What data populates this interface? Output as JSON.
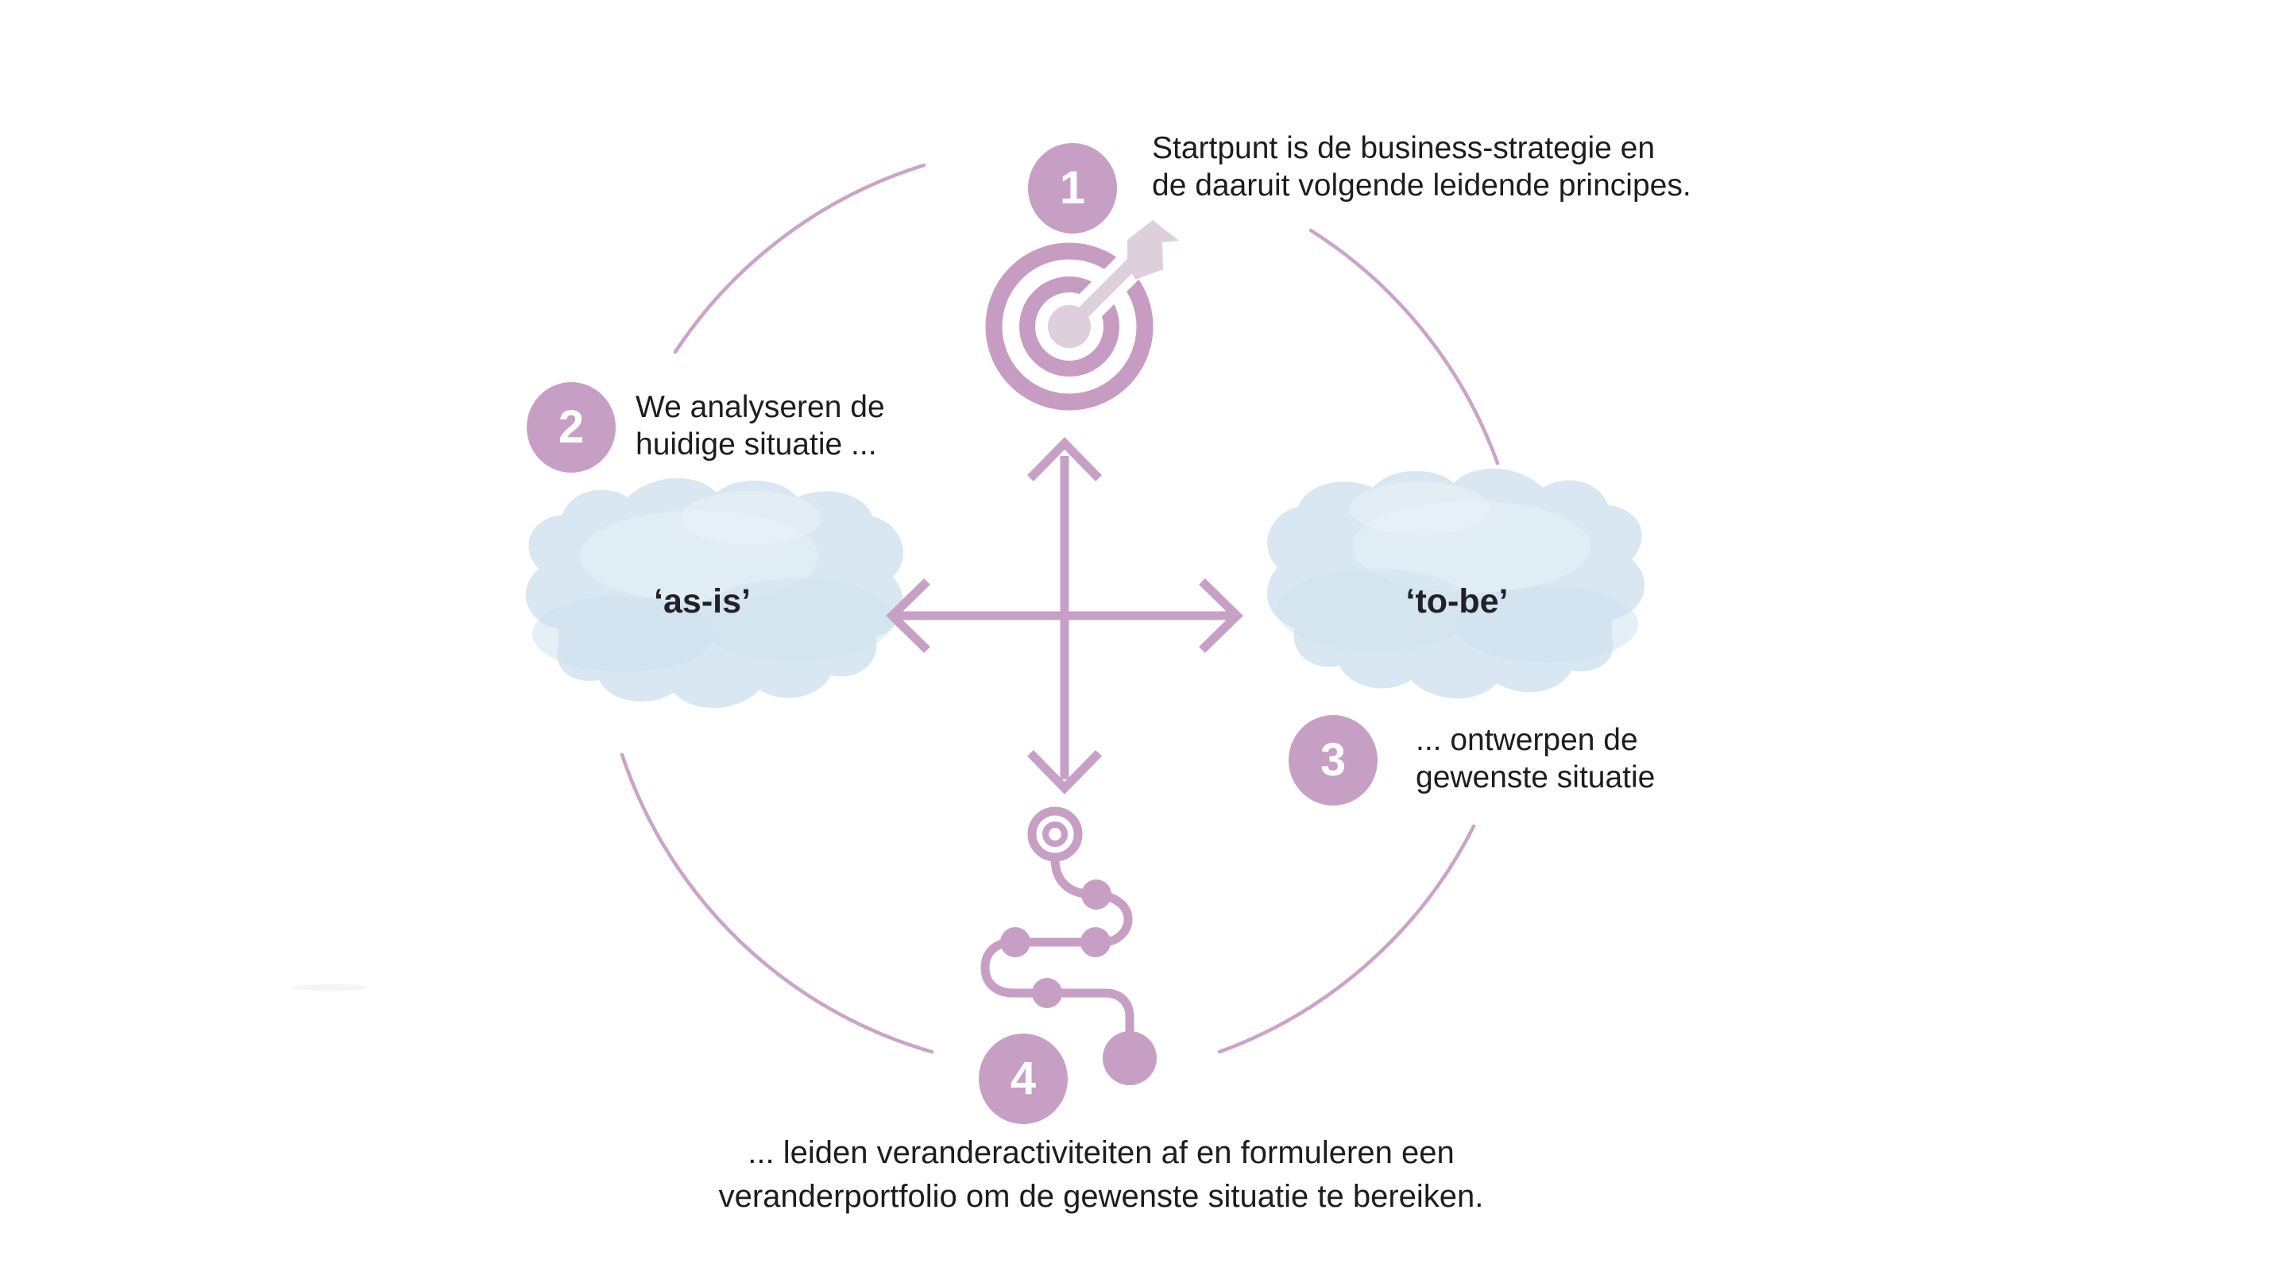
{
  "diagram": {
    "language": "nl",
    "steps": [
      {
        "number": "1",
        "line1": "Startpunt is de business-strategie en",
        "line2": "de daaruit volgende leidende principes."
      },
      {
        "number": "2",
        "line1": "We analyseren de",
        "line2": "huidige situatie ..."
      },
      {
        "number": "3",
        "line1": "... ontwerpen de",
        "line2": "gewenste situatie"
      },
      {
        "number": "4",
        "line1": "... leiden veranderactiviteiten af en formuleren een",
        "line2": "veranderportfolio om de gewenste situatie te bereiken."
      }
    ],
    "clouds": {
      "left_label": "‘as-is’",
      "right_label": "‘to-be’"
    },
    "icons": {
      "top": "bullseye-target-with-arrow",
      "bottom": "winding-route-with-milestones",
      "center": "four-direction-cross-arrows",
      "frame": "dashed-circle-arcs"
    },
    "palette": {
      "mauve": "#c79fc4",
      "mauve_ring": "#c79cc2",
      "mauve_arrow_cross": "#c7a0c5",
      "arc_line": "#c9a4c8",
      "light_mauve": "#ddd0dc",
      "cloud_blue": "#d8e7f1",
      "text_dark": "#1d1d1f",
      "badge_text": "#ffffff",
      "background": "#ffffff"
    }
  }
}
